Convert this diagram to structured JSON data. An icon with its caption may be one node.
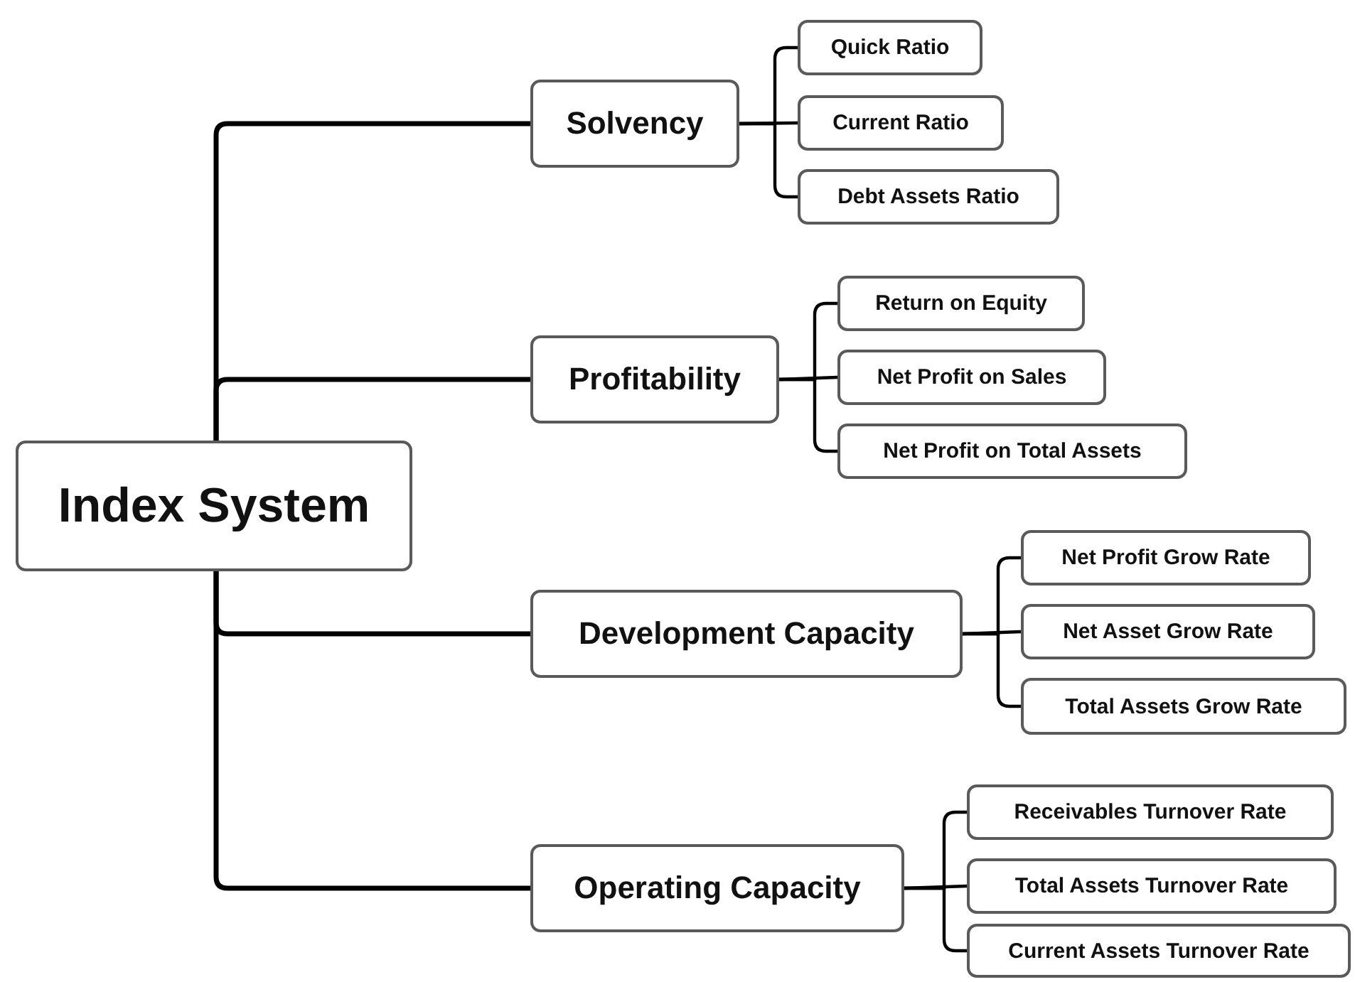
{
  "diagram": {
    "nodes": [
      {
        "text": [
          "Index System"
        ]
      },
      {
        "text": [
          "Solvency"
        ]
      },
      {
        "text": [
          "Quick Ratio"
        ]
      },
      {
        "text": [
          "Current Ratio"
        ]
      },
      {
        "text": [
          "Debt Assets Ratio"
        ]
      },
      {
        "text": [
          "Profitability"
        ]
      },
      {
        "text": [
          "Return on Equity"
        ]
      },
      {
        "text": [
          "Net Profit on Sales"
        ]
      },
      {
        "text": [
          "Net Profit on Total Assets"
        ]
      },
      {
        "text": [
          "Development Capacity"
        ]
      },
      {
        "text": [
          "Net Profit Grow Rate"
        ]
      },
      {
        "text": [
          "Net Asset Grow Rate"
        ]
      },
      {
        "text": [
          "Total Assets Grow Rate"
        ]
      },
      {
        "text": [
          "Operating Capacity"
        ]
      },
      {
        "text": [
          "Receivables Turnover Rate"
        ]
      },
      {
        "text": [
          "Total Assets Turnover Rate"
        ]
      },
      {
        "text": [
          "Current Assets Turnover Rate"
        ]
      }
    ],
    "edges": [
      {
        "from": 0,
        "to": 1,
        "arrow": "none"
      },
      {
        "from": 0,
        "to": 5,
        "arrow": "none"
      },
      {
        "from": 0,
        "to": 9,
        "arrow": "none"
      },
      {
        "from": 0,
        "to": 13,
        "arrow": "none"
      },
      {
        "from": 1,
        "to": 2,
        "arrow": "none"
      },
      {
        "from": 1,
        "to": 3,
        "arrow": "none"
      },
      {
        "from": 1,
        "to": 4,
        "arrow": "none"
      },
      {
        "from": 5,
        "to": 6,
        "arrow": "none"
      },
      {
        "from": 5,
        "to": 7,
        "arrow": "none"
      },
      {
        "from": 5,
        "to": 8,
        "arrow": "none"
      },
      {
        "from": 9,
        "to": 10,
        "arrow": "none"
      },
      {
        "from": 9,
        "to": 11,
        "arrow": "none"
      },
      {
        "from": 9,
        "to": 12,
        "arrow": "none"
      },
      {
        "from": 13,
        "to": 14,
        "arrow": "none"
      },
      {
        "from": 13,
        "to": 15,
        "arrow": "none"
      },
      {
        "from": 13,
        "to": 16,
        "arrow": "none"
      }
    ]
  }
}
